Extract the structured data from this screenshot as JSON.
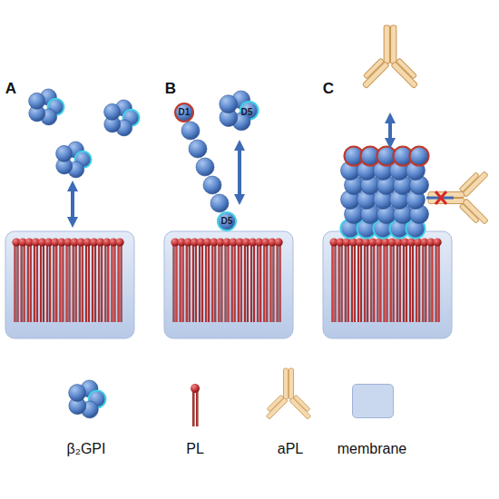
{
  "diagram": {
    "labels": [
      "A",
      "B",
      "C",
      "D1",
      "D5",
      "D5"
    ],
    "legend": [
      {
        "text": "β₂GPI"
      },
      {
        "text": "PL"
      },
      {
        "text": "aPL"
      },
      {
        "text": "membrane",
        "color": "#c9d8ef"
      }
    ]
  }
}
